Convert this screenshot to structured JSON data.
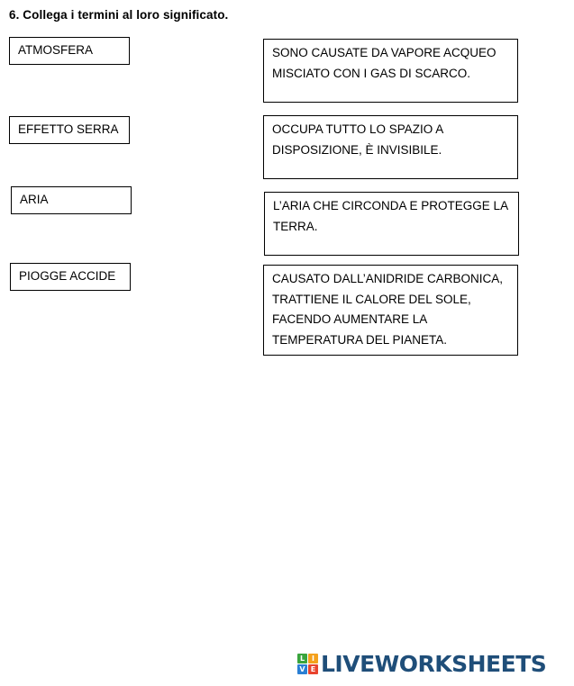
{
  "title": "6. Collega i termini al loro significato.",
  "terms": [
    "ATMOSFERA",
    "EFFETTO SERRA",
    "ARIA",
    "PIOGGE ACCIDE"
  ],
  "definitions": [
    [
      "SONO CAUSATE DA VAPORE ACQUEO",
      "MISCIATO CON I GAS DI SCARCO."
    ],
    [
      "OCCUPA TUTTO LO SPAZIO A",
      "DISPOSIZIONE, È INVISIBILE."
    ],
    [
      "L’ARIA CHE CIRCONDA E PROTEGGE LA",
      "TERRA."
    ],
    [
      "CAUSATO DALL’ANIDRIDE CARBONICA,",
      "TRATTIENE IL CALORE DEL SOLE,",
      "FACENDO AUMENTARE LA",
      "TEMPERATURA DEL PIANETA."
    ]
  ],
  "brand": {
    "logo_letters": [
      "L",
      "I",
      "V",
      "E"
    ],
    "logo_colors": [
      "#3aa43d",
      "#f4a11c",
      "#2a7fd4",
      "#e8432e"
    ],
    "text": "LIVEWORKSHEETS",
    "color": "#1f4e79"
  }
}
